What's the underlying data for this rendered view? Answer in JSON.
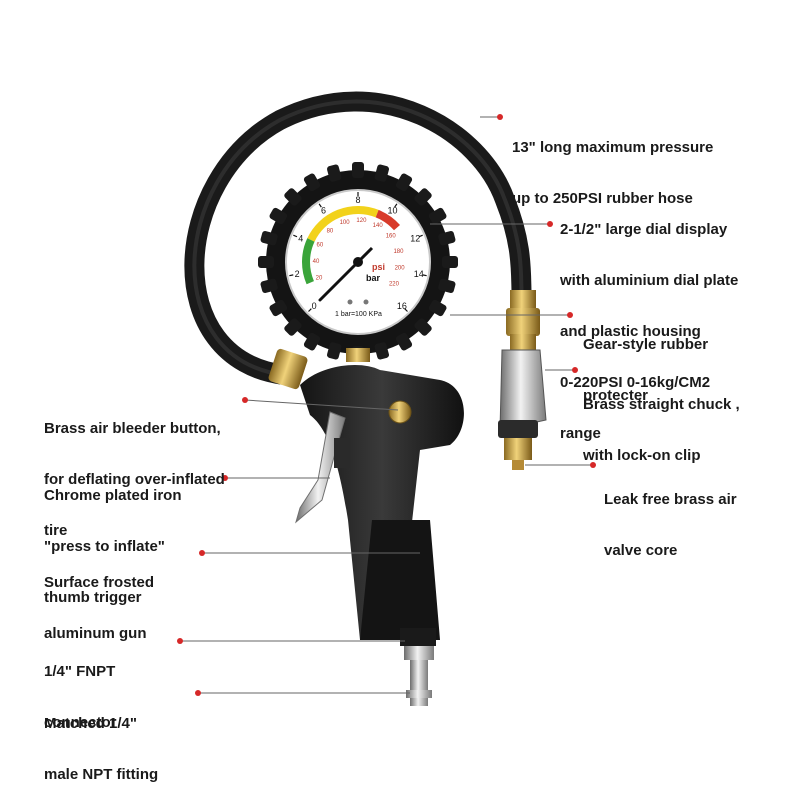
{
  "callouts": {
    "hose": [
      "13\" long maximum pressure",
      "up to 250PSI rubber hose"
    ],
    "dial": [
      "2-1/2\" large dial display",
      "with aluminium dial plate",
      "and plastic housing",
      "0-220PSI 0-16kg/CM2",
      "range"
    ],
    "gear": [
      "Gear-style rubber",
      "protecter"
    ],
    "chuck": [
      "Brass straight chuck ,",
      "with lock-on clip"
    ],
    "core": [
      "Leak free brass air",
      "valve core"
    ],
    "bleeder": [
      "Brass air bleeder button,",
      "for deflating over-inflated",
      "tire"
    ],
    "trigger": [
      "Chrome plated iron",
      "\"press to inflate\"",
      "thumb trigger"
    ],
    "gun": [
      "Surface frosted",
      "aluminum gun"
    ],
    "connector": [
      "1/4\" FNPT",
      "connector"
    ],
    "fitting": [
      "Matched 1/4\"",
      "male NPT fitting"
    ]
  },
  "gauge": {
    "bar_ticks": [
      "0",
      "2",
      "4",
      "6",
      "8",
      "10",
      "12",
      "14",
      "16"
    ],
    "psi_ticks": [
      "20",
      "40",
      "60",
      "80",
      "100",
      "120",
      "140",
      "160",
      "180",
      "200",
      "220"
    ],
    "psi_label": "psi",
    "bar_label": "bar",
    "conversion": "1 bar=100 KPa"
  },
  "colors": {
    "dot": "#d62828",
    "rubber": "#1e1e1e",
    "brass": "#c9a04a",
    "gauge_green": "#3aa43a",
    "gauge_yellow": "#f2d21b",
    "gauge_red": "#d83a2a"
  }
}
